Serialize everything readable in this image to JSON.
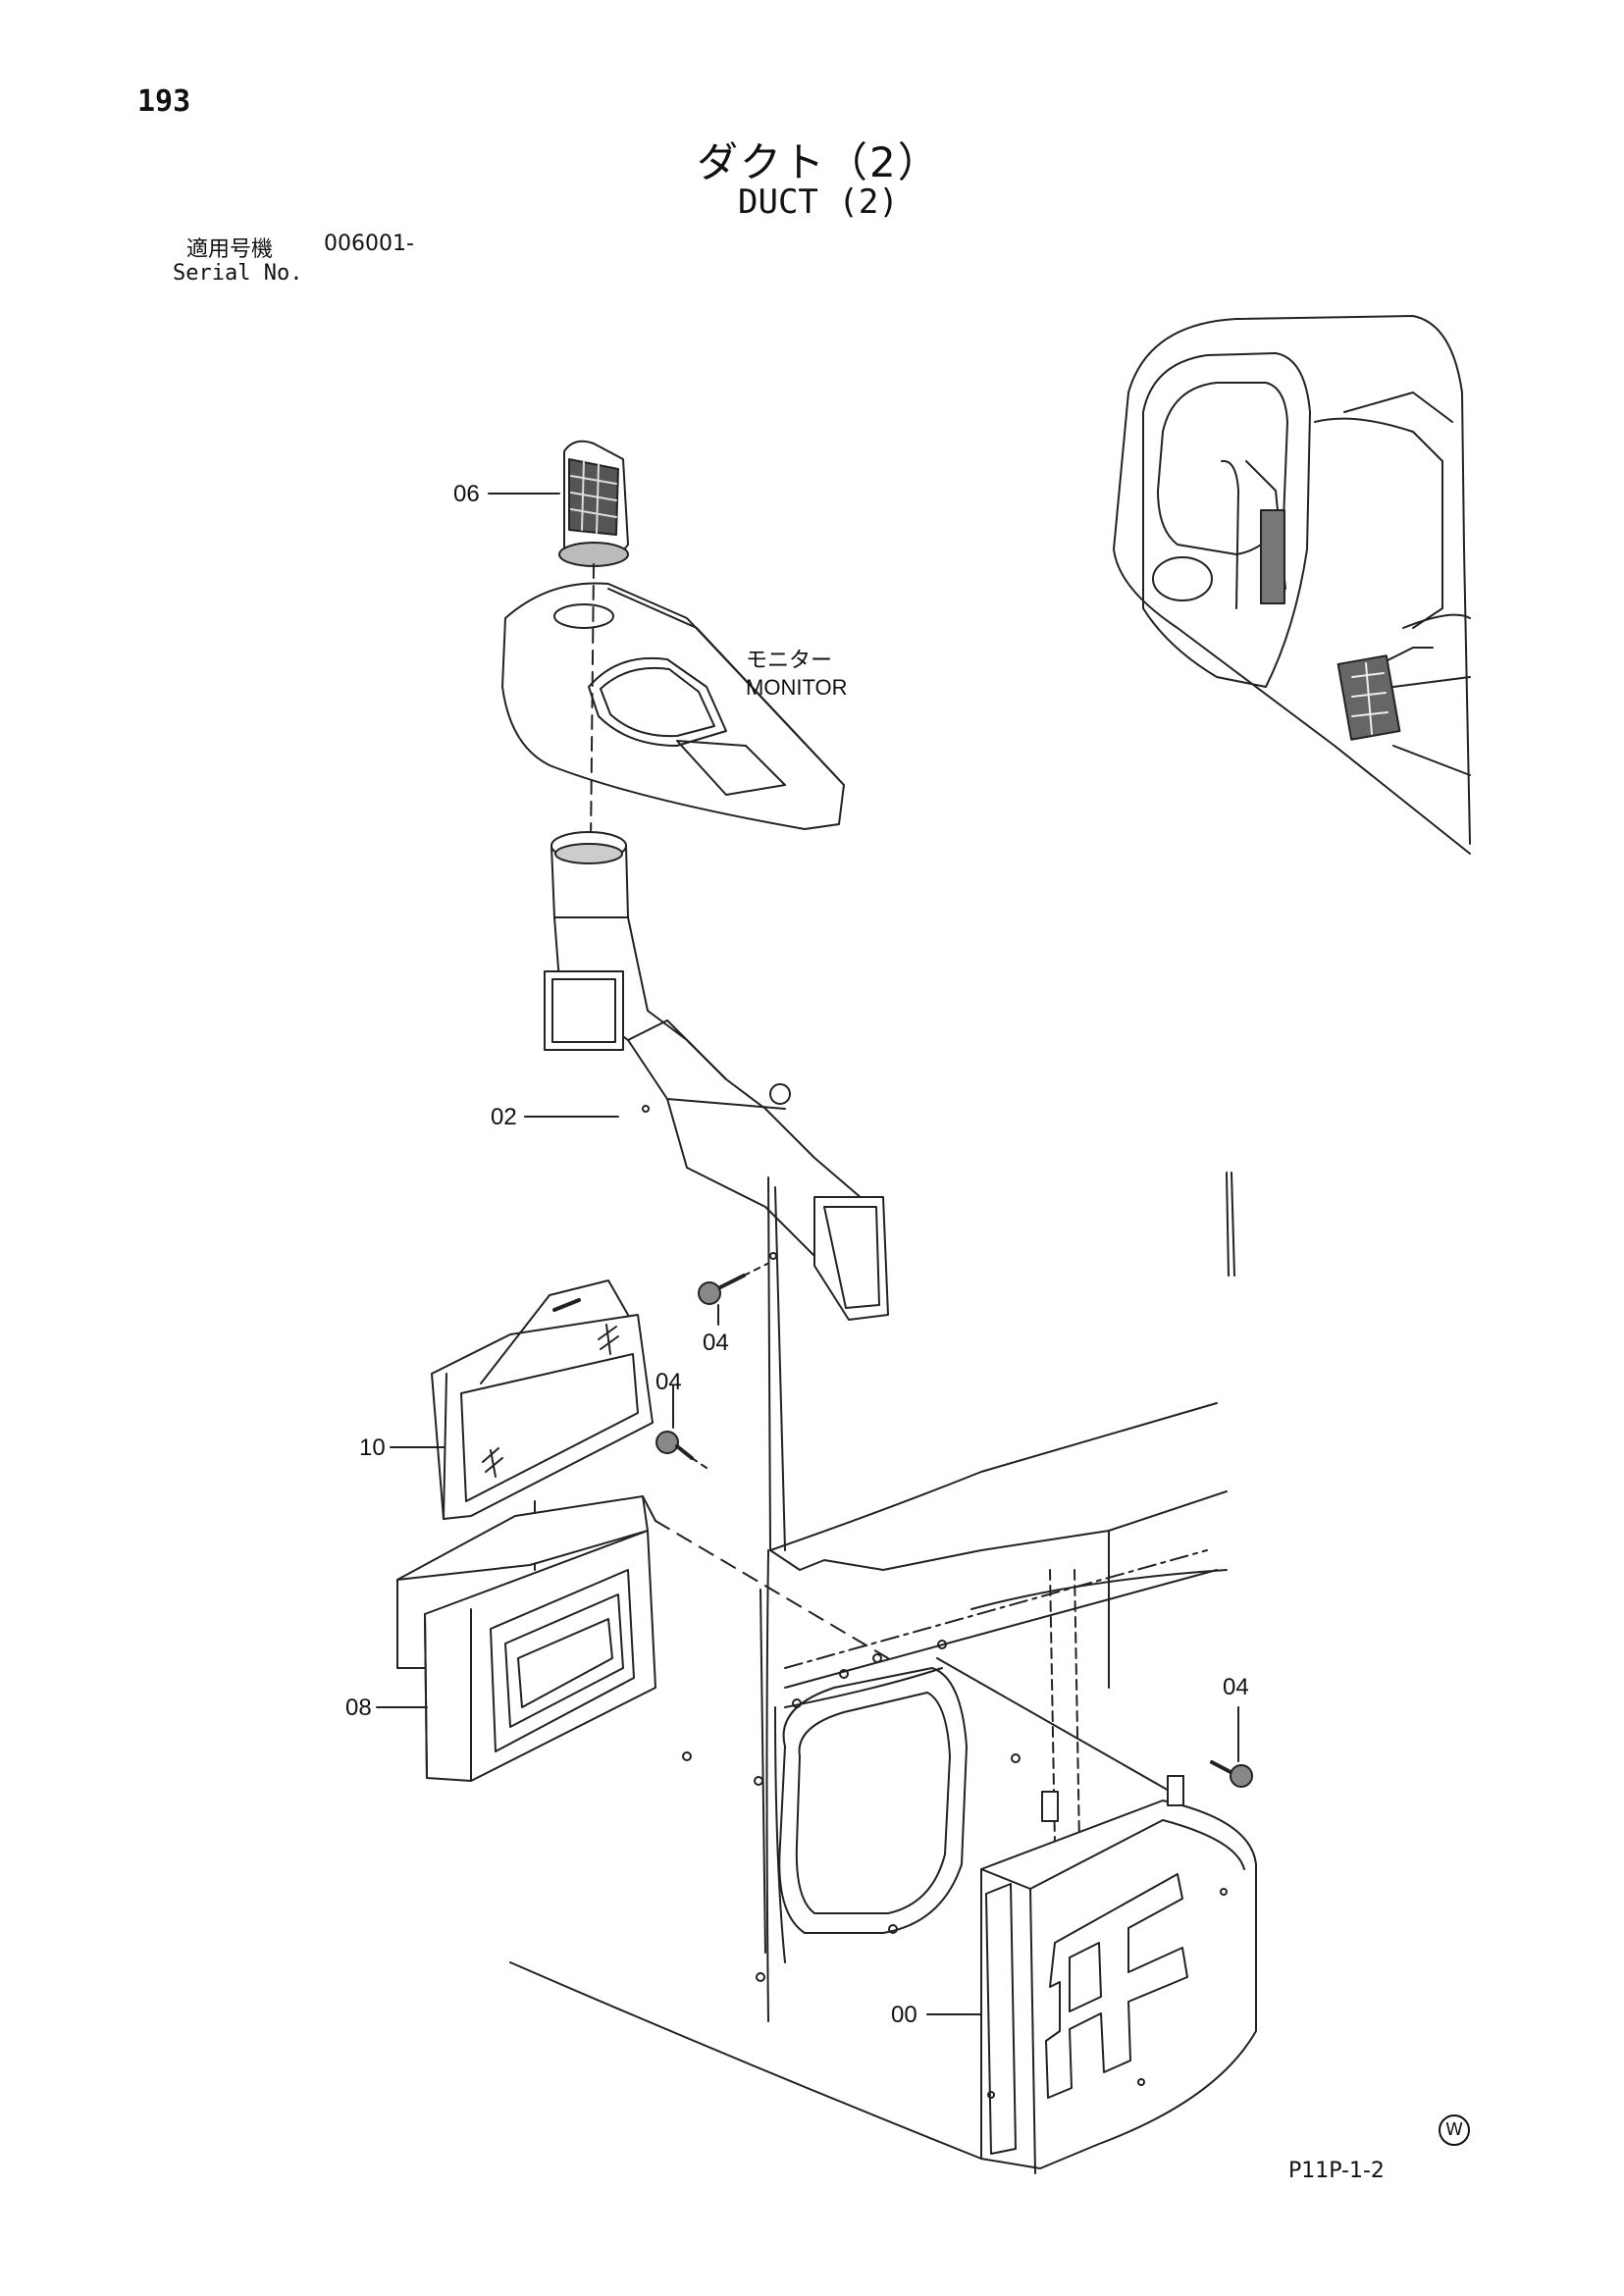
{
  "page": {
    "number": "193"
  },
  "title": {
    "japanese": "ダクト（2）",
    "english": "DUCT (2)"
  },
  "serial": {
    "label_ja": "適用号機",
    "value": "006001-",
    "label_en": "Serial No."
  },
  "annotation": {
    "monitor_ja": "モニター",
    "monitor_en": "MONITOR"
  },
  "callouts": {
    "c06": "06",
    "c02": "02",
    "c04_a": "04",
    "c04_b": "04",
    "c10": "10",
    "c08": "08",
    "c04_c": "04",
    "c00": "00"
  },
  "footer": {
    "drawing_code": "P11P-1-2",
    "mark": "W"
  }
}
